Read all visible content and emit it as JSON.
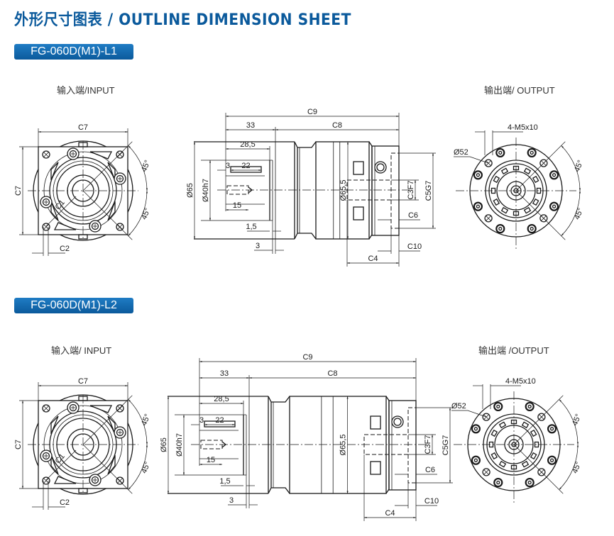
{
  "header": {
    "title": "外形尺寸图表 / OUTLINE DIMENSION SHEET"
  },
  "colors": {
    "brand": "#0b5a9c",
    "line": "#1a1a1a"
  },
  "sections": [
    {
      "model": "FG-060D(M1)-L1",
      "input_label": "输入端/INPUT",
      "output_label": "输出端/ OUTPUT",
      "dims": {
        "c7_h": "C7",
        "c7_v": "C7",
        "c1": "C1",
        "c2": "C2",
        "in_45a": "45°",
        "in_45b": "45°",
        "c9": "C9",
        "d33": "33",
        "c8": "C8",
        "d28_5": "28,5",
        "d3a": "3",
        "d22": "22",
        "d15": "15",
        "d65": "Ø65",
        "d40": "Ø40h7",
        "d65_5": "Ø65,5",
        "d1_5": "1,5",
        "d3b": "3",
        "c3": "C3F7",
        "c5": "C5G7",
        "c6": "C6",
        "c10": "C10",
        "c4": "C4",
        "m5": "4-M5x10",
        "d52": "Ø52",
        "out_45a": "45°",
        "out_45b": "45°"
      }
    },
    {
      "model": "FG-060D(M1)-L2",
      "input_label": "输入端/ INPUT",
      "output_label": "输出端 /OUTPUT",
      "dims": {
        "c7_h": "C7",
        "c7_v": "C7",
        "c1": "C1",
        "c2": "C2",
        "in_45a": "45°",
        "in_45b": "45°",
        "c9": "C9",
        "d33": "33",
        "c8": "C8",
        "d28_5": "28,5",
        "d3a": "3",
        "d22": "22",
        "d15": "15",
        "d65": "Ø65",
        "d40": "Ø40h7",
        "d65_5": "Ø65,5",
        "d1_5": "1,5",
        "d3b": "3",
        "c3": "C3F7",
        "c5": "C5G7",
        "c6": "C6",
        "c10": "C10",
        "c4": "C4",
        "m5": "4-M5x10",
        "d52": "Ø52",
        "out_45a": "45°",
        "out_45b": "45°"
      }
    }
  ]
}
